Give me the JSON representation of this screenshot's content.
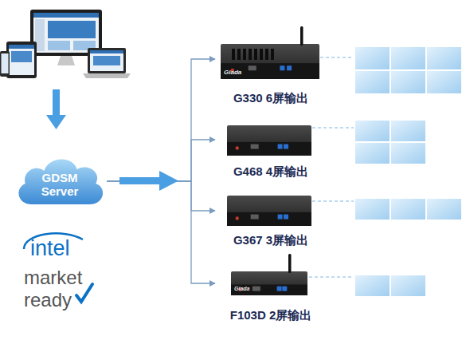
{
  "diagram": {
    "nodes": [
      {
        "text": [
          "GDSM Server"
        ]
      },
      {
        "text": [
          "G330 6屏输出"
        ]
      },
      {
        "text": [
          "G468 4屏输出"
        ]
      },
      {
        "text": [
          "G367 3屏输出"
        ]
      },
      {
        "text": [
          "F103D 2屏输出"
        ]
      }
    ],
    "edges": [
      {
        "from": 0,
        "to": 1,
        "arrow": "to"
      },
      {
        "from": 0,
        "to": 2,
        "arrow": "to"
      },
      {
        "from": 0,
        "to": 3,
        "arrow": "to"
      },
      {
        "from": 0,
        "to": 4,
        "arrow": "to"
      }
    ],
    "labels": [
      "intel",
      "market ready",
      "Giada",
      "Giada"
    ]
  }
}
